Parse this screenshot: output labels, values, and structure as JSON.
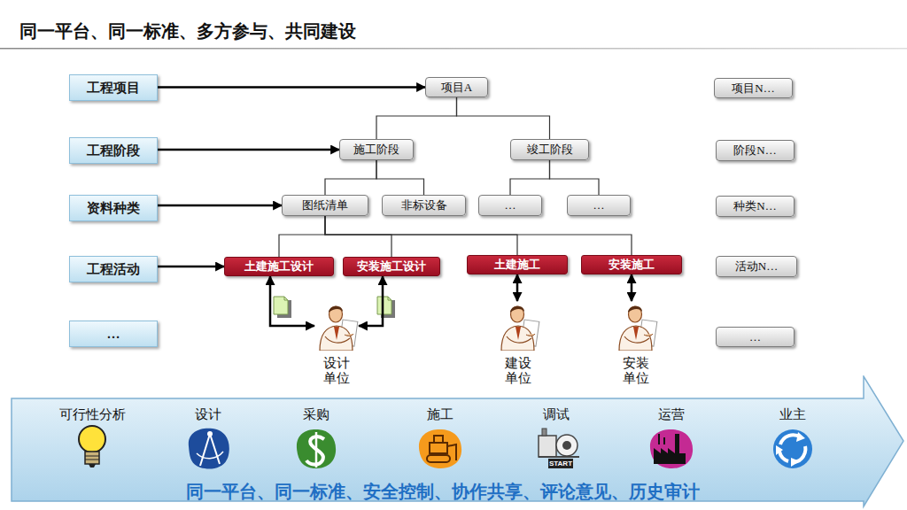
{
  "diagram": {
    "title": "同一平台、同一标准、多方参与、共同建设",
    "nodes": [
      {
        "text": [
          "工程项目"
        ]
      },
      {
        "text": [
          "项目A"
        ]
      },
      {
        "text": [
          "项目N…"
        ]
      },
      {
        "text": [
          "工程阶段"
        ]
      },
      {
        "text": [
          "施工阶段"
        ]
      },
      {
        "text": [
          "竣工阶段"
        ]
      },
      {
        "text": [
          "阶段N…"
        ]
      },
      {
        "text": [
          "资料种类"
        ]
      },
      {
        "text": [
          "图纸清单"
        ]
      },
      {
        "text": [
          "非标设备"
        ]
      },
      {
        "text": [
          "…"
        ]
      },
      {
        "text": [
          "…"
        ]
      },
      {
        "text": [
          "种类N…"
        ]
      },
      {
        "text": [
          "工程活动"
        ]
      },
      {
        "text": [
          "土建施工设计"
        ]
      },
      {
        "text": [
          "安装施工设计"
        ]
      },
      {
        "text": [
          "土建施工"
        ]
      },
      {
        "text": [
          "安装施工"
        ]
      },
      {
        "text": [
          "活动N…"
        ]
      },
      {
        "text": [
          "…"
        ]
      },
      {
        "text": [
          "…"
        ]
      },
      {
        "text": [
          "设计 单位"
        ]
      },
      {
        "text": [
          "建设 单位"
        ]
      },
      {
        "text": [
          "安装 单位"
        ]
      },
      {
        "text": [
          "可行性分析",
          "设计",
          "采购",
          "施工",
          "调试",
          "运营",
          "业主",
          "同一平台、同一标准、安全控制、协作共享、评论意见、历史审计"
        ]
      }
    ],
    "edges": [
      {
        "from": 0,
        "to": 1,
        "arrow": "to"
      },
      {
        "from": 3,
        "to": 4,
        "arrow": "to"
      },
      {
        "from": 7,
        "to": 8,
        "arrow": "to"
      },
      {
        "from": 13,
        "to": 14,
        "arrow": "to"
      },
      {
        "from": 1,
        "to": 4,
        "arrow": "none"
      },
      {
        "from": 1,
        "to": 5,
        "arrow": "none"
      },
      {
        "from": 4,
        "to": 8,
        "arrow": "none"
      },
      {
        "from": 4,
        "to": 9,
        "arrow": "none"
      },
      {
        "from": 5,
        "to": 10,
        "arrow": "none"
      },
      {
        "from": 5,
        "to": 11,
        "arrow": "none"
      },
      {
        "from": 8,
        "to": 14,
        "arrow": "none"
      },
      {
        "from": 8,
        "to": 15,
        "arrow": "none"
      },
      {
        "from": 8,
        "to": 16,
        "arrow": "none"
      },
      {
        "from": 8,
        "to": 17,
        "arrow": "none"
      },
      {
        "from": 14,
        "to": 21,
        "arrow": "both"
      },
      {
        "from": 15,
        "to": 21,
        "arrow": "both"
      },
      {
        "from": 16,
        "to": 22,
        "arrow": "both"
      },
      {
        "from": 17,
        "to": 23,
        "arrow": "both"
      }
    ],
    "labels": [
      "START"
    ]
  }
}
